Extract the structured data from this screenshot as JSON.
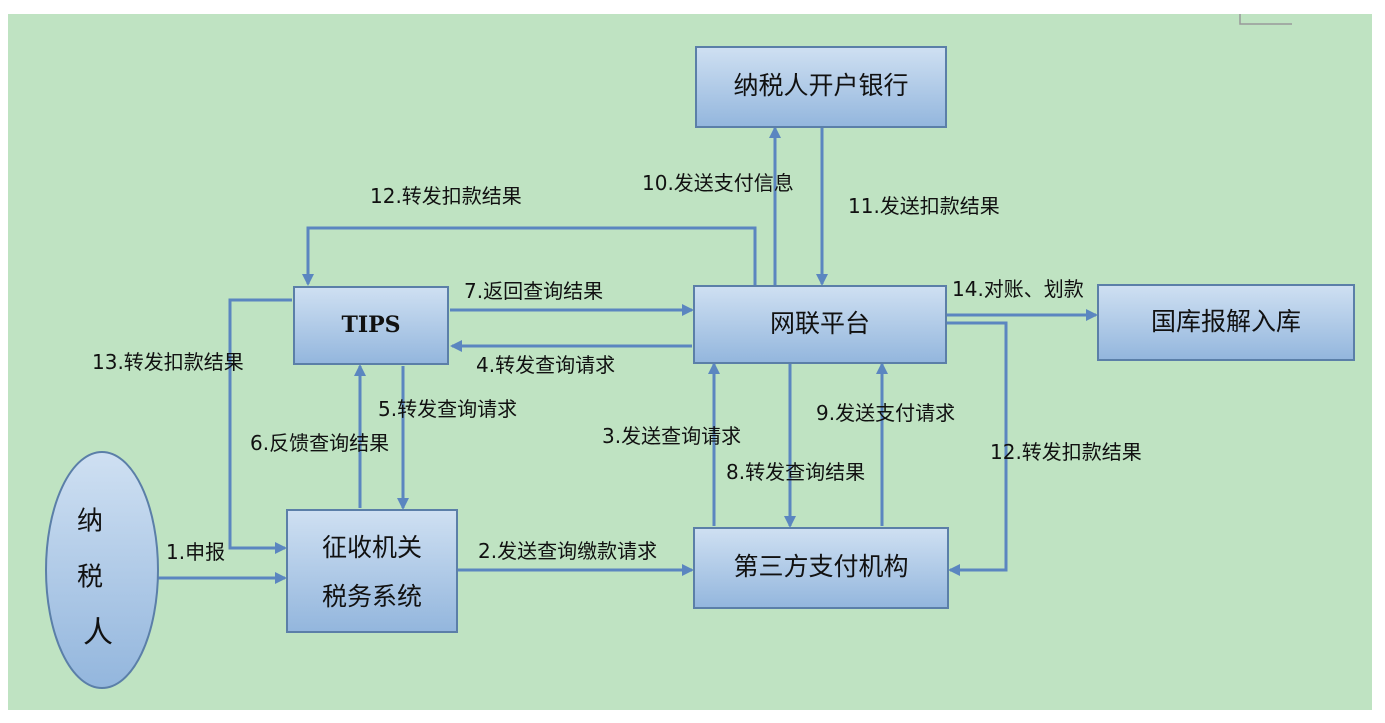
{
  "colors": {
    "canvas": "#bfe3c2",
    "node_fill_top": "#cfe0f2",
    "node_fill_bottom": "#93b6dd",
    "node_border": "#5b7fa8",
    "arrow": "#5b86c0"
  },
  "nodes": {
    "bank": "纳税人开户银行",
    "tips": "TIPS",
    "platform": "网联平台",
    "treasury": "国库报解入库",
    "taxpayer": [
      "纳",
      "税",
      "人"
    ],
    "tax_office": [
      "征收机关",
      "税务系统"
    ],
    "third_party": "第三方支付机构"
  },
  "edges": {
    "e1": "1.申报",
    "e2": "2.发送查询缴款请求",
    "e3": "3.发送查询请求",
    "e4": "4.转发查询请求",
    "e5": "5.转发查询请求",
    "e6": "6.反馈查询结果",
    "e7": "7.返回查询结果",
    "e8": "8.转发查询结果",
    "e9": "9.发送支付请求",
    "e10": "10.发送支付信息",
    "e11": "11.发送扣款结果",
    "e12a": "12.转发扣款结果",
    "e12b": "12.转发扣款结果",
    "e13": "13.转发扣款结果",
    "e14": "14.对账、划款"
  }
}
